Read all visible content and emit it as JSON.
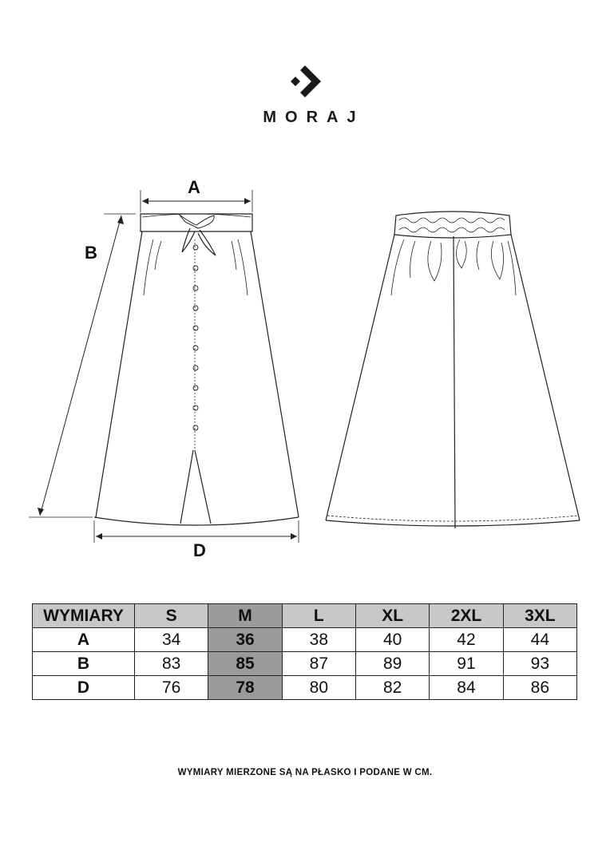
{
  "brand": {
    "name": "MORAJ",
    "logo_icon": "moraj-chevron-logo"
  },
  "drawing": {
    "labels": {
      "a": "A",
      "b": "B",
      "d": "D"
    }
  },
  "table": {
    "header": [
      "WYMIARY",
      "S",
      "M",
      "L",
      "XL",
      "2XL",
      "3XL"
    ],
    "highlight_column": "M",
    "rows": [
      {
        "label": "A",
        "values": [
          "34",
          "36",
          "38",
          "40",
          "42",
          "44"
        ]
      },
      {
        "label": "B",
        "values": [
          "83",
          "85",
          "87",
          "89",
          "91",
          "93"
        ]
      },
      {
        "label": "D",
        "values": [
          "76",
          "78",
          "80",
          "82",
          "84",
          "86"
        ]
      }
    ]
  },
  "note": "WYMIARY MIERZONE SĄ NA PŁASKO I PODANE W CM.",
  "colors": {
    "header_bg": "#c8c8c8",
    "highlight_bg": "#9b9b9b",
    "line": "#222222"
  }
}
